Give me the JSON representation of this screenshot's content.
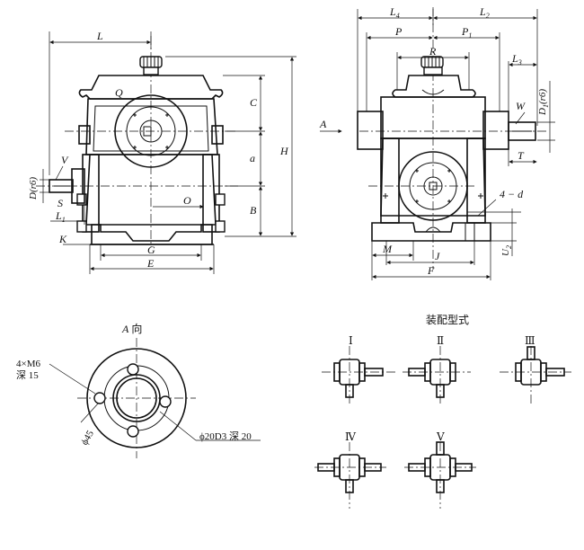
{
  "front_view": {
    "dims": {
      "L": "L",
      "Q": "Q",
      "C": "C",
      "H": "H",
      "a": "a",
      "O": "O",
      "B": "B",
      "G": "G",
      "E": "E",
      "K": "K",
      "L1": "L",
      "L1_sub": "1",
      "D_r6": "D(r6)",
      "V": "V",
      "S": "S"
    }
  },
  "side_view": {
    "dims": {
      "L4": "L",
      "L4_sub": "4",
      "L2": "L",
      "L2_sub": "2",
      "P": "P",
      "P1": "P",
      "P1_sub": "1",
      "R": "R",
      "L3": "L",
      "L3_sub": "3",
      "W": "W",
      "D1_r6": "D",
      "D1_r6_sub": "1",
      "D1_r6_tail": "(r6)",
      "T": "T",
      "hole_spec": "4 − d",
      "M": "M",
      "J": "J",
      "F": "F",
      "U": "U",
      "U_sub": "2",
      "A_arrow": "A"
    }
  },
  "a_view": {
    "title_letter": "A",
    "title_suffix": "向",
    "bolt_spec": "4×M6",
    "bolt_depth": "深 15",
    "pcd": "ϕ45",
    "bore": "ϕ20D3 深 20"
  },
  "assembly": {
    "title": "装配型式",
    "labels": [
      "Ⅰ",
      "Ⅱ",
      "Ⅲ",
      "Ⅳ",
      "Ⅴ"
    ]
  }
}
